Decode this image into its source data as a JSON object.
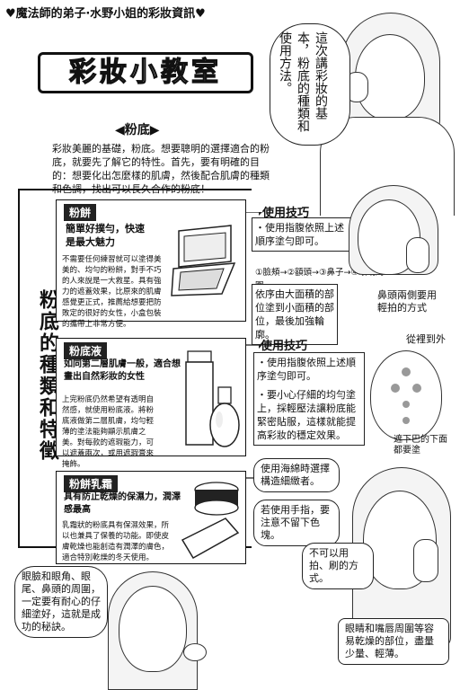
{
  "header": "♥魔法師的弟子‧水野小姐的彩妝資訊♥",
  "title": "彩妝小教室",
  "subtitle": "◀粉底▶",
  "intro": "彩妝美麗的基礎，粉底。想要聰明的選擇適合的粉底，就要先了解它的特性。首先，要有明確的目的：想要化出怎麼樣的肌膚，然後配合肌膚的種類和色調，找出可以長久合作的粉底！",
  "top_bubble": "這次講彩妝的基本，粉底的種類和使用方法。",
  "side_title": "粉底的種類和特徵",
  "sections": [
    {
      "name": "粉餅",
      "tagline": "簡單好撲勻，快速是最大魅力",
      "desc": "不需要任何練習就可以塗得美美的、均勻的粉餅，對手不巧的人來說是一大救星。具有強力的遮蓋效果，比原來的肌膚感覺更正式，推薦給想要把防敗定的很好的女性，小盒包裝的攜帶上非常方便。"
    },
    {
      "name": "粉底液",
      "tagline": "如同第二層肌膚一般，適合想畫出自然彩妝的女性",
      "desc": "上完粉底仍然希望有透明自然感，就使用粉底液。將粉底液做第二層肌膚，均勻輕薄的塗法能夠顯示肌膚之美。對每款的遮瑕能力，可以遮蓋兩次，或用遮瑕膏來掩飾。"
    },
    {
      "name": "粉餅乳霜",
      "tagline": "具有防止乾燥的保濕力，潤澤感最高",
      "desc": "乳霜狀的粉底具有保濕效果，所以也兼具了保養的功能。即使皮膚乾燥也能創造有潤澤的膚色，適合特別乾燥的冬天使用。"
    }
  ],
  "tips1": {
    "head": "使用技巧",
    "items": [
      "・使用指腹依照上述順序塗勻即可。",
      "①臉頰→②額頭→③鼻子→④眼睛周圍"
    ],
    "note": "依序由大面積的部位塗到小面積的部位，最後加強輪廓。",
    "side_caption": "鼻頭兩側要用輕拍的方式"
  },
  "tips2": {
    "head": "使用技巧",
    "items": [
      "・使用指腹依照上述順序塗勻即可。",
      "・要小心仔細的均勻塗上，採輕壓法讓粉底能緊密貼服，這樣就能提高彩妝的穩定效果。"
    ],
    "caption_top": "從裡到外",
    "caption_bottom": "遮下巴的下面都要塗"
  },
  "bubbles": {
    "sponge": "使用海綿時選擇構造細緻者。",
    "hands": "若使用手指，要注意不留下色塊。",
    "no_pat": "不可以用拍、刷的方式。",
    "eyes": "眼睛和嘴唇周圍等容易乾燥的部位，盡量少量、輕薄。",
    "bottom_left": "眼臉和眼角、眼尾、鼻頭的周圍，一定要有耐心的仔細塗好，這就是成功的秘訣。"
  }
}
